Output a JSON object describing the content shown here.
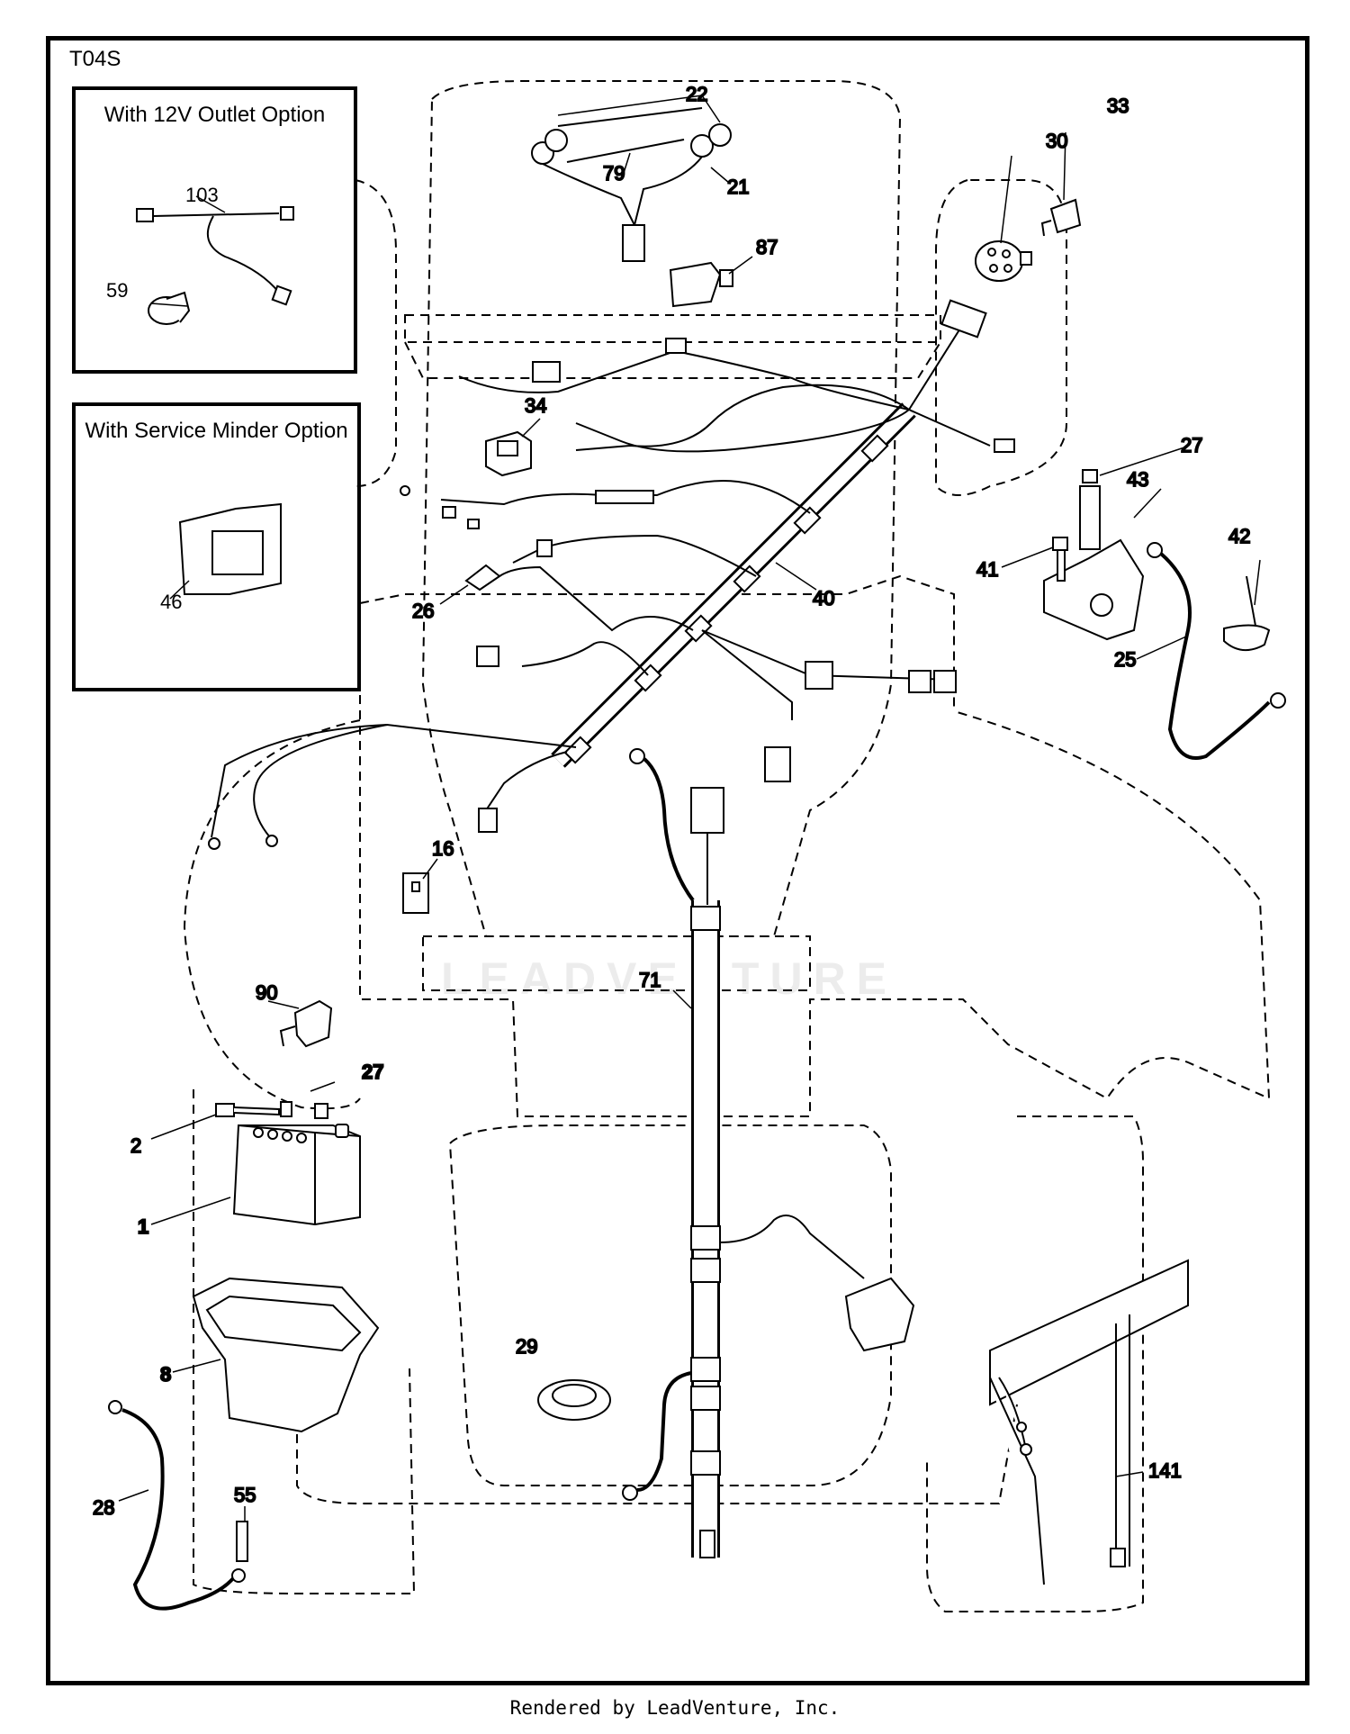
{
  "diagram_code": "T04S",
  "insets": {
    "outlet": {
      "title": "With 12V Outlet Option"
    },
    "service": {
      "title": "With Service Minder Option"
    }
  },
  "callouts": {
    "c1": "1",
    "c2": "2",
    "c8": "8",
    "c16": "16",
    "c21": "21",
    "c22": "22",
    "c25": "25",
    "c26": "26",
    "c27a": "27",
    "c27b": "27",
    "c28": "28",
    "c29": "29",
    "c30": "30",
    "c33": "33",
    "c34": "34",
    "c40": "40",
    "c41": "41",
    "c42": "42",
    "c43": "43",
    "c46": "46",
    "c55": "55",
    "c59": "59",
    "c71": "71",
    "c79": "79",
    "c87": "87",
    "c90": "90",
    "c103": "103",
    "c141": "141"
  },
  "watermark": "LEADVENTURE",
  "footer": "Rendered by LeadVenture, Inc."
}
